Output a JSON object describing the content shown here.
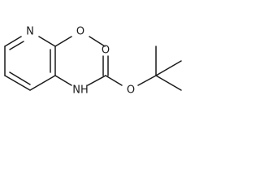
{
  "molecule": {
    "atoms": {
      "ring_n": "N",
      "methoxy_o": "O",
      "carbonyl_o": "O",
      "nh": "NH",
      "ester_o": "O"
    }
  }
}
